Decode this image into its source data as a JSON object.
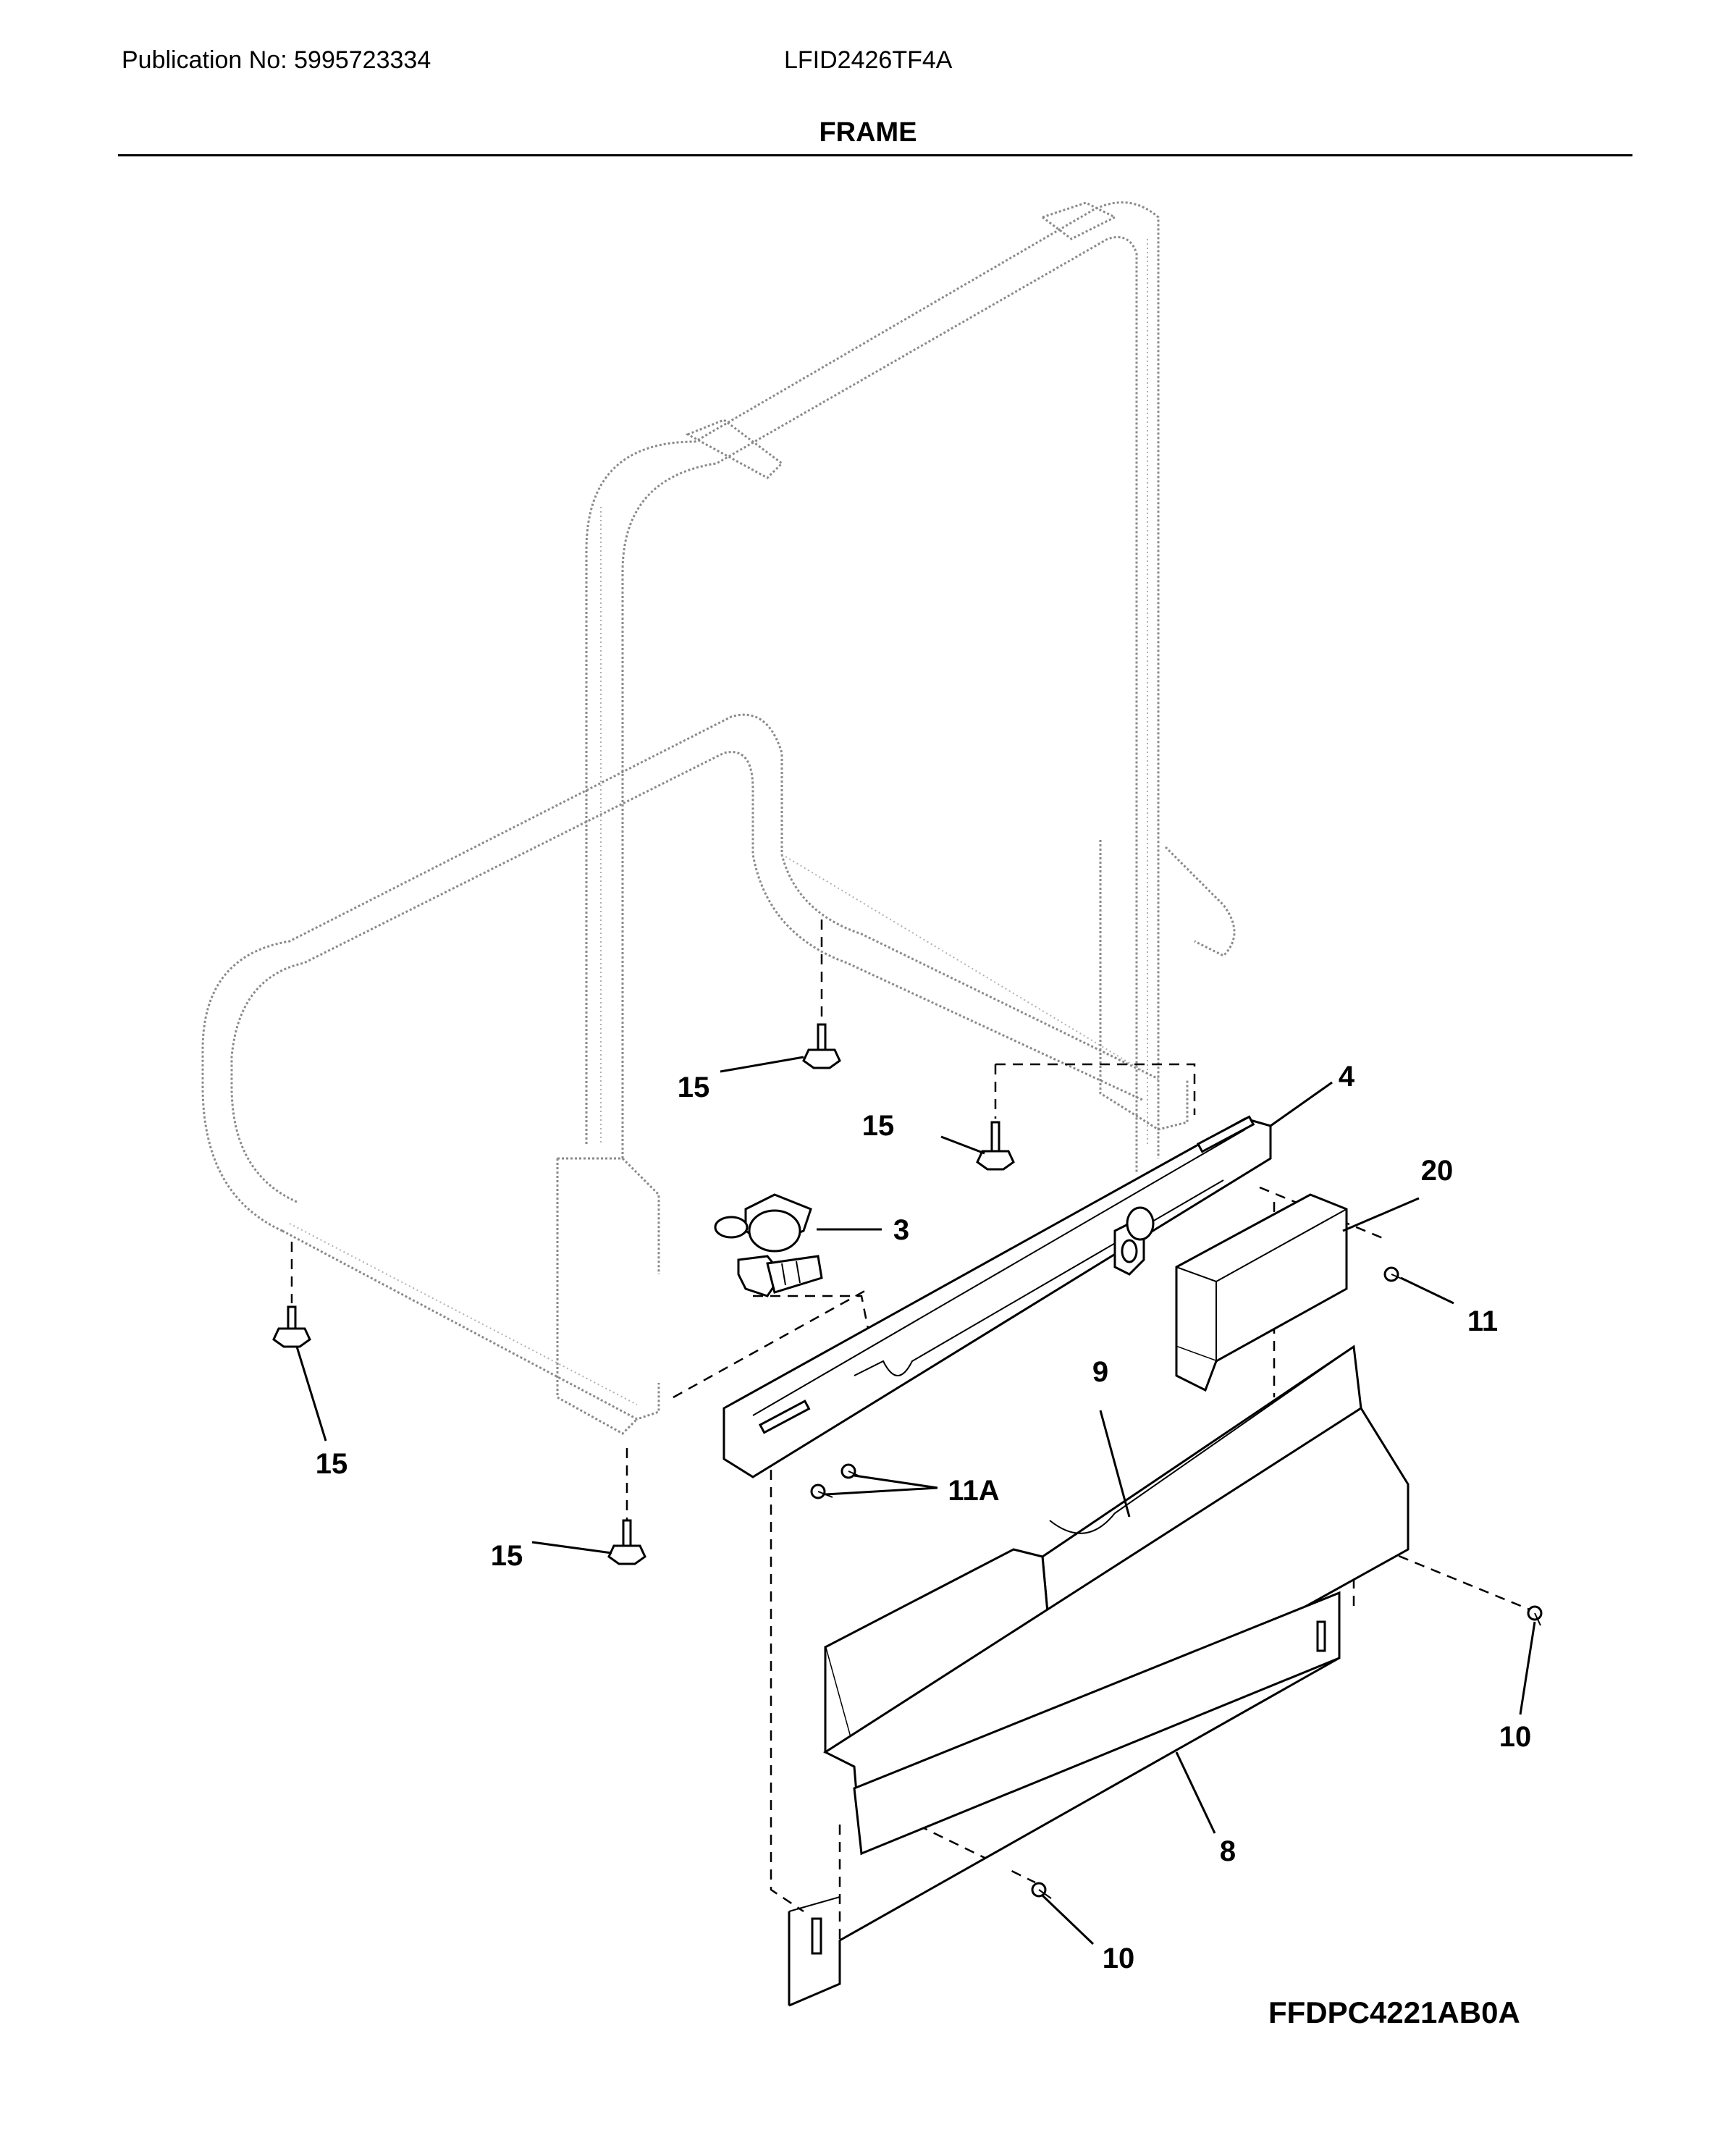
{
  "header": {
    "publication": "Publication No: 5995723334",
    "model": "LFID2426TF4A",
    "section_title": "FRAME"
  },
  "footer": {
    "diagram_code": "FFDPC4221AB0A"
  },
  "callouts": {
    "part_3": "3",
    "part_4": "4",
    "part_8": "8",
    "part_9": "9",
    "part_10a": "10",
    "part_10b": "10",
    "part_11": "11",
    "part_11a": "11A",
    "part_15a": "15",
    "part_15b": "15",
    "part_15c": "15",
    "part_15d": "15",
    "part_20": "20"
  }
}
